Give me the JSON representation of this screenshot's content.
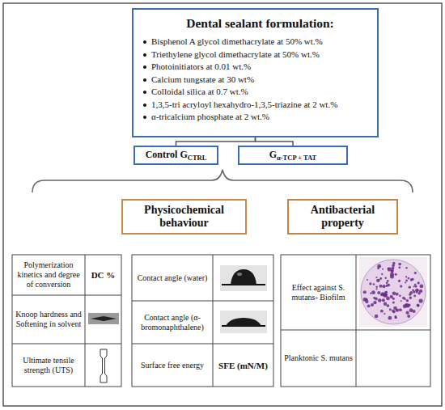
{
  "diagram": {
    "nodes": [
      {
        "text": [
          "Dental sealant formulation:",
          "Bisphenol A glycol dimethacrylate at 50% wt.%",
          "Triethylene glycol dimethacrylate at 50% wt.%",
          "Photoinitiators at 0.01 wt.%",
          "Calcium tungstate at 30 wt%",
          "Colloidal silica at 0.7 wt.%",
          "1,3,5-tri acryloyl hexahydro-1,3,5-triazine at 2 wt.%",
          "α-tricalcium phosphate at 2 wt.%"
        ]
      },
      {
        "text": [
          "Control G",
          "CTRL"
        ]
      },
      {
        "text": [
          "G",
          "α-TCP + TAT"
        ]
      },
      {
        "text": [
          "Physicochemical behaviour"
        ]
      },
      {
        "text": [
          "Antibacterial property"
        ]
      }
    ],
    "edges": [
      {
        "from": 0,
        "to": 1,
        "arrow": "none"
      },
      {
        "from": 0,
        "to": 2,
        "arrow": "none"
      }
    ],
    "labels": [
      "Polymerization kinetics and degree of conversion",
      "DC %",
      "Knoop hardness and Softening in solvent",
      "Ultimate tensile strength (UTS)",
      "Contact angle (water)",
      "Contact angle (α-bromonaphthalene)",
      "Surface free energy",
      "SFE (mN/M)",
      "Effect against S. mutans- Biofilm",
      "Planktonic S. mutans"
    ]
  }
}
